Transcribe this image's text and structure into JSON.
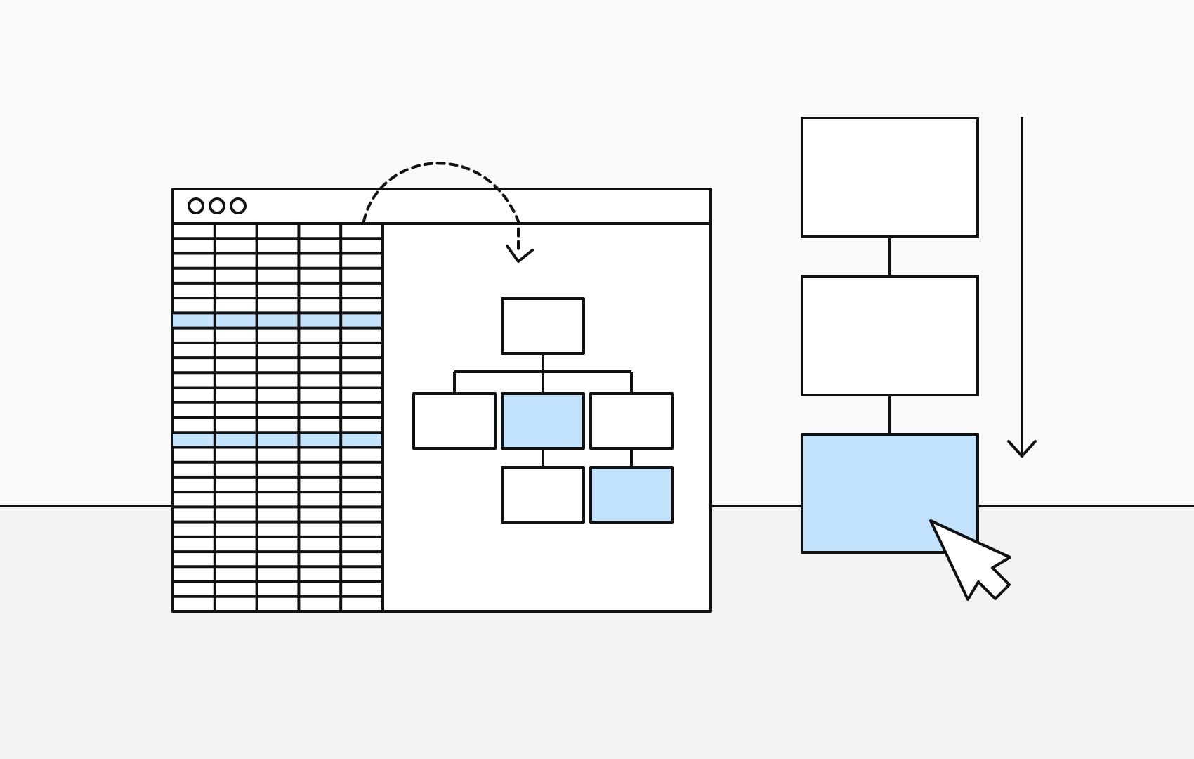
{
  "colors": {
    "background_top": "#f9f9f9",
    "background_bottom": "#f2f2f2",
    "stroke": "#111111",
    "fill_white": "#ffffff",
    "highlight": "#c2e3fb"
  },
  "window": {
    "control_icons": [
      "circle-icon",
      "circle-icon",
      "circle-icon"
    ],
    "spreadsheet": {
      "columns": 5,
      "rows": 26,
      "highlighted_rows": [
        6,
        14
      ]
    },
    "tree": {
      "nodes": [
        {
          "id": "root",
          "highlighted": false
        },
        {
          "id": "child-left",
          "highlighted": false
        },
        {
          "id": "child-middle",
          "highlighted": true
        },
        {
          "id": "child-right",
          "highlighted": false
        },
        {
          "id": "grandchild-middle",
          "highlighted": false
        },
        {
          "id": "grandchild-right",
          "highlighted": true
        }
      ]
    },
    "transfer_arrow": "dashed-curved-arrow-icon"
  },
  "vertical_flow": {
    "steps": [
      {
        "id": "step-1",
        "highlighted": false
      },
      {
        "id": "step-2",
        "highlighted": false
      },
      {
        "id": "step-3",
        "highlighted": true
      }
    ],
    "direction_arrow": "down-arrow-icon",
    "pointer": "mouse-cursor-icon"
  }
}
